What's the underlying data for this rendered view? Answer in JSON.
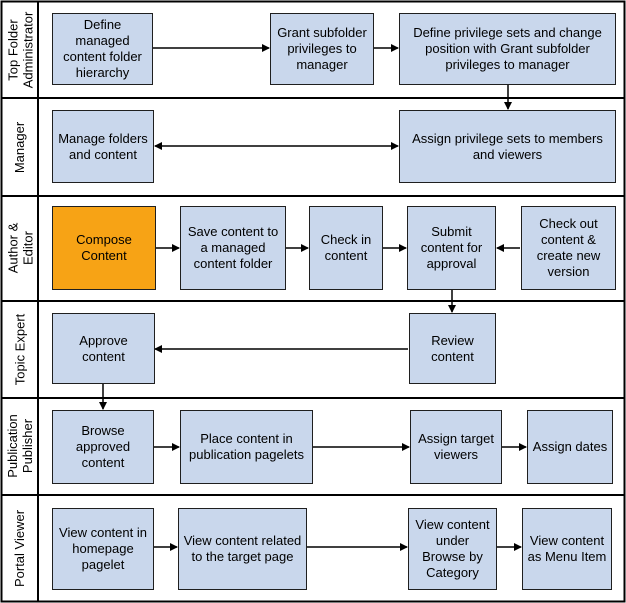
{
  "lanes": [
    {
      "label": "Top Folder\nAdministrator"
    },
    {
      "label": "Manager"
    },
    {
      "label": "Author &\nEditor"
    },
    {
      "label": "Topic Expert"
    },
    {
      "label": "Publication\nPublisher"
    },
    {
      "label": "Portal Viewer"
    }
  ],
  "boxes": {
    "define_hierarchy": "Define managed content folder hierarchy",
    "grant_subfolder": "Grant subfolder privileges to manager",
    "define_privilege_sets": "Define privilege sets and change position with Grant subfolder privileges to manager",
    "manage_folders": "Manage folders and content",
    "assign_privilege_sets": "Assign privilege sets to members and viewers",
    "compose_content": "Compose Content",
    "save_content": "Save content to a managed content folder",
    "check_in": "Check in content",
    "submit_approval": "Submit content for approval",
    "check_out": "Check out content & create new version",
    "approve_content": "Approve content",
    "review_content": "Review content",
    "browse_approved": "Browse approved content",
    "place_content": "Place content in publication pagelets",
    "assign_viewers": "Assign target viewers",
    "assign_dates": "Assign dates",
    "view_homepage": "View content in homepage pagelet",
    "view_related": "View content related to the target page",
    "view_browse": "View content under Browse by Category",
    "view_menu": "View content as Menu Item"
  },
  "colors": {
    "box_fill": "#c9d7ec",
    "highlight_fill": "#f7a315",
    "line": "#000000"
  }
}
